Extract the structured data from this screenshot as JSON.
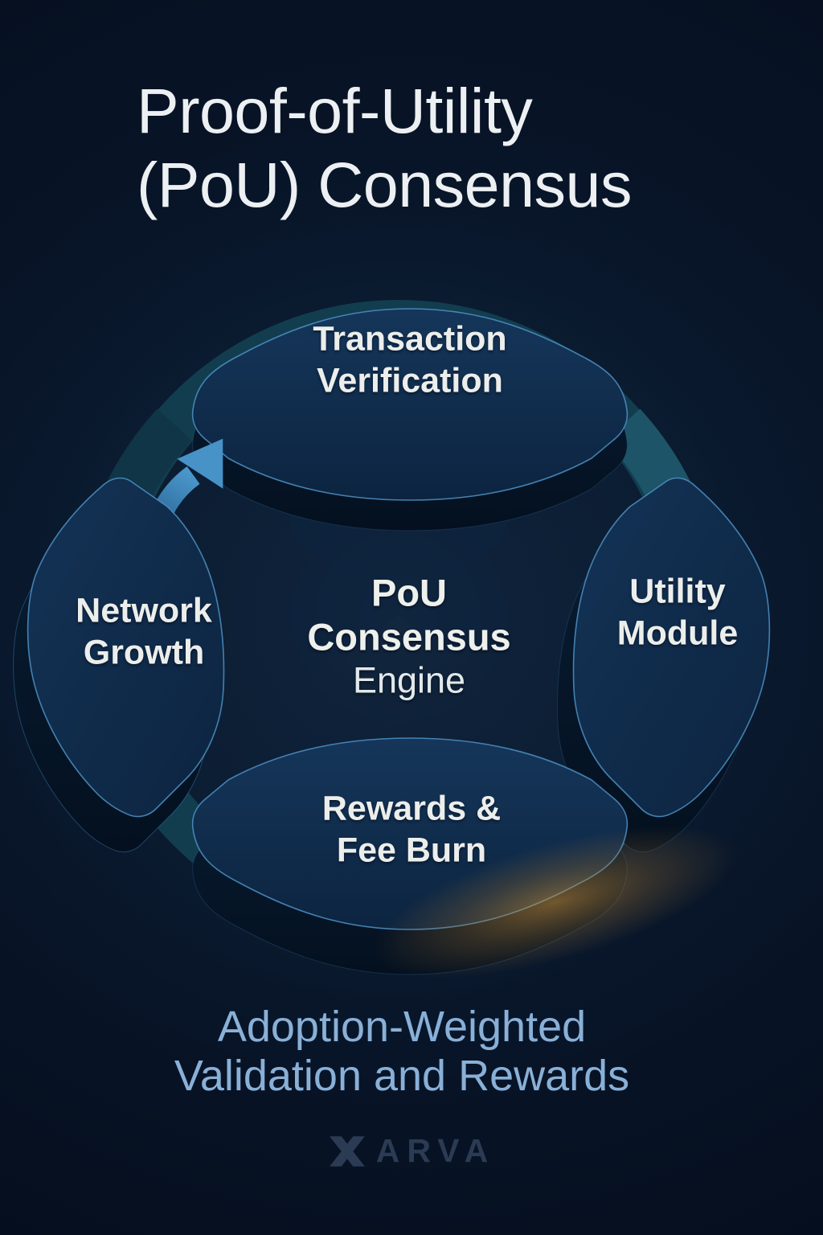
{
  "title": {
    "line1": "Proof-of-Utility",
    "line2": "(PoU) Consensus"
  },
  "diagram": {
    "center": {
      "line1": "PoU",
      "line2": "Consensus",
      "line3": "Engine"
    },
    "segments": {
      "top": {
        "line1": "Transaction",
        "line2": "Verification"
      },
      "right": {
        "line1": "Utility",
        "line2": "Module"
      },
      "bottom": {
        "line1": "Rewards &",
        "line2": "Fee Burn"
      },
      "left": {
        "line1": "Network",
        "line2": "Growth"
      }
    },
    "icons": {
      "arrow": "clockwise-flow-arrow",
      "watermark": "chain-link-x-watermark"
    }
  },
  "caption": {
    "line1": "Adoption-Weighted",
    "line2": "Validation and Rewards"
  },
  "footer": {
    "brand": "ARVA",
    "logo_icon": "x-logo"
  },
  "colors": {
    "background": "#071224",
    "segment_fill_top": "#143357",
    "segment_fill_bottom": "#0c2440",
    "segment_border": "#4e92c6",
    "extrusion": "#071a2e",
    "ring": "#123d4f",
    "ring_highlight": "#1d5468",
    "arrow": "#4792c7",
    "amber_glow": "#d1953a",
    "title_text": "#edf0f2",
    "label_text": "#eceeec",
    "caption_text": "#89b0d7",
    "brand_text": "#2a3b53"
  }
}
